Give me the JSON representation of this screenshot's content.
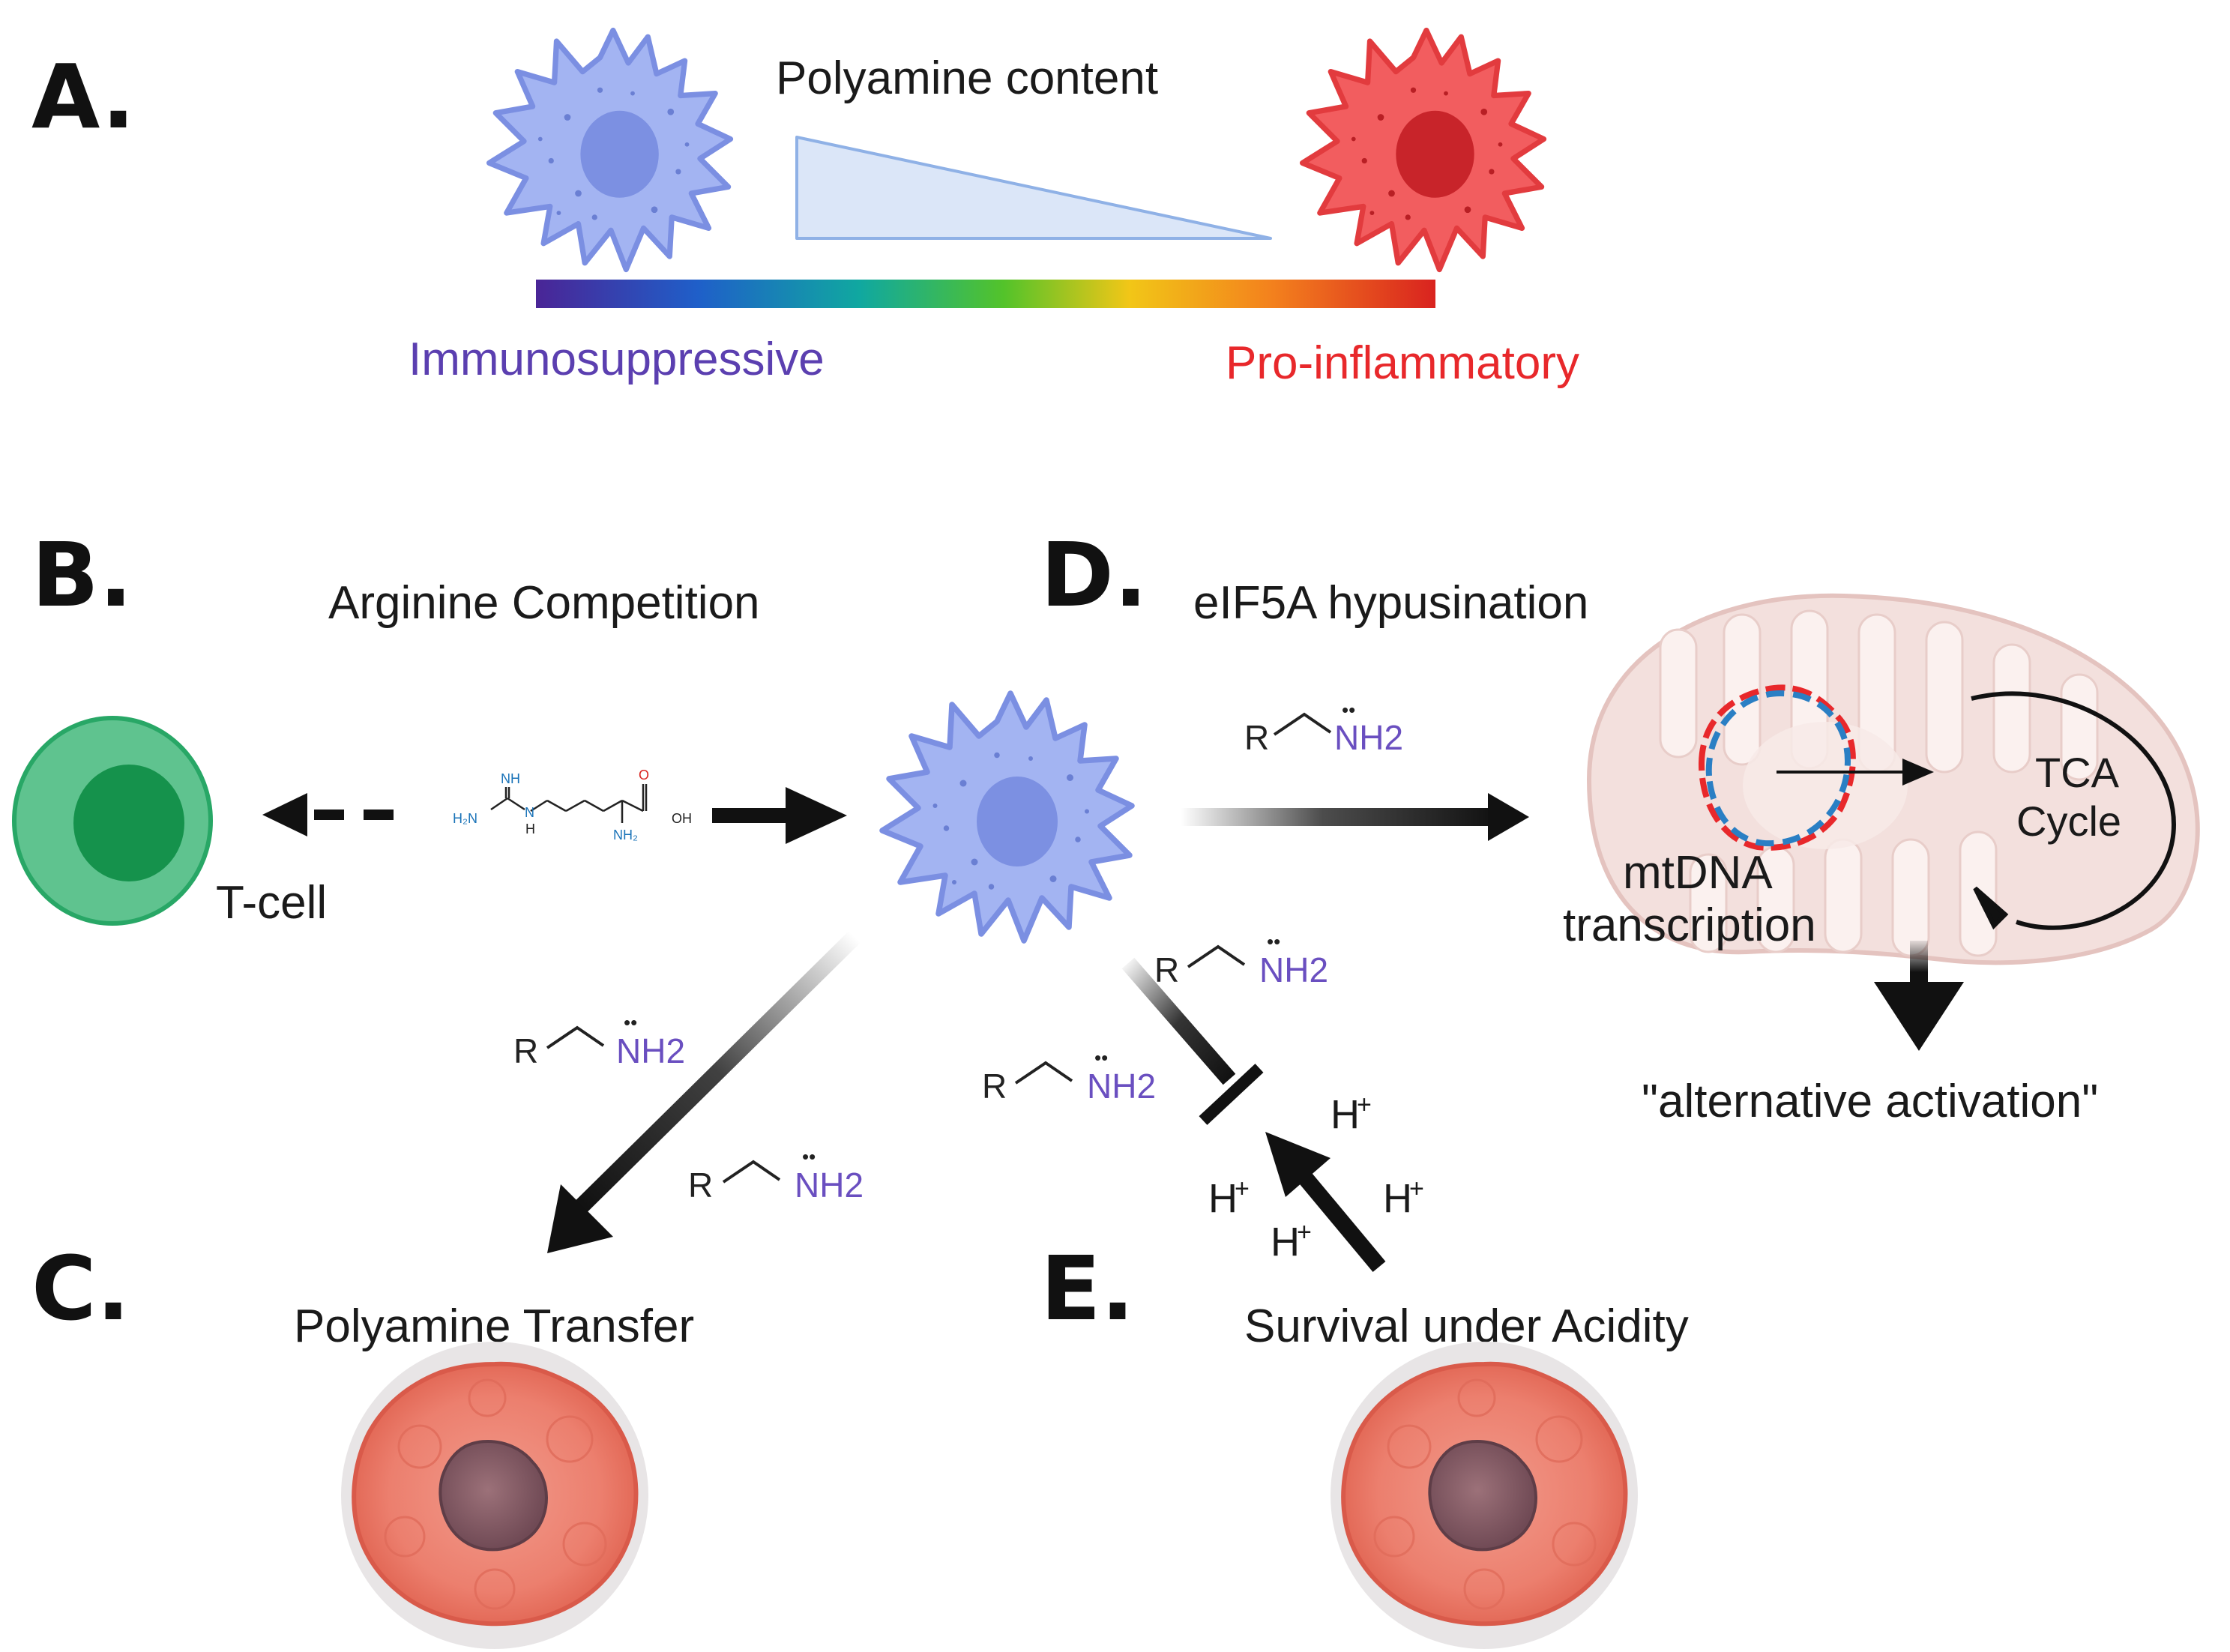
{
  "panels": {
    "a": {
      "letter": "A.",
      "title": "Polyamine content",
      "left_label": "Immunosuppressive",
      "right_label": "Pro-inflammatory"
    },
    "b": {
      "letter": "B.",
      "title": "Arginine Competition",
      "tcell_label": "T-cell"
    },
    "c": {
      "letter": "C.",
      "title": "Polyamine Transfer"
    },
    "d": {
      "letter": "D.",
      "title": "eIF5A hypusination",
      "mtdna_line1": "mtDNA",
      "mtdna_line2": "transcription",
      "tca_line1": "TCA",
      "tca_line2": "Cycle",
      "outcome": "\"alternative activation\""
    },
    "e": {
      "letter": "E.",
      "title": "Survival under Acidity"
    }
  },
  "polyamine": {
    "r": "R",
    "dots": "••",
    "group": "NH2"
  },
  "proton": {
    "h": "H",
    "plus": "+"
  },
  "arginine": {
    "n_top": "NH",
    "h2n": "H₂N",
    "n": "N",
    "h": "H",
    "o": "O",
    "oh": "OH",
    "nh2": "NH₂"
  },
  "colors": {
    "immunosuppressive": "#5b3fb0",
    "pro_inflammatory": "#e8282b",
    "amine_label": "#6a4fc0",
    "macrophage_blue": "#9eb1f0",
    "macrophage_red": "#f0585a",
    "tcell_green": "#23a566"
  }
}
